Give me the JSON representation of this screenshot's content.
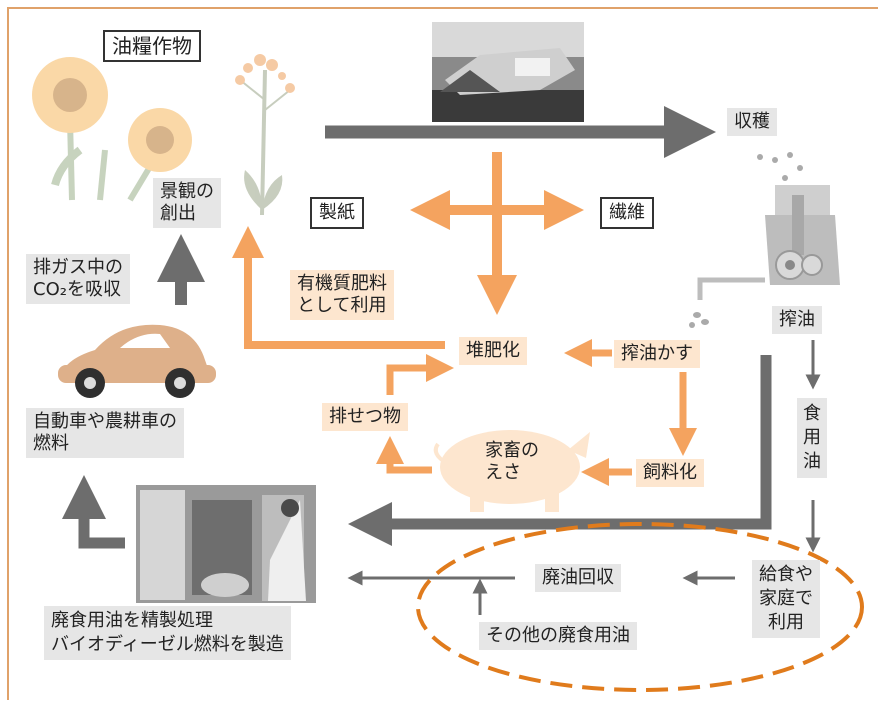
{
  "title": "油糧作物",
  "labels": {
    "harvest": "収穫",
    "paper": "製紙",
    "fiber": "繊維",
    "pressing": "搾油",
    "edible_oil": "食用油",
    "landscape": "景観の\n創出",
    "co2": "排ガス中の\nCO₂を吸収",
    "organic_fertilizer": "有機質肥料\nとして利用",
    "compost": "堆肥化",
    "oil_cake": "搾油かす",
    "excreta": "排せつ物",
    "livestock_feed_label": "家畜の\nえさ",
    "feed": "飼料化",
    "fuel": "自動車や農耕車の\n燃料",
    "waste_collection": "廃油回収",
    "school_home": "給食や\n家庭で\n利用",
    "other_waste_oil": "その他の廃食用油",
    "refining": "廃食用油を精製処理\nバイオディーゼル燃料を製造"
  },
  "colors": {
    "gray_arrow": "#6d6d6d",
    "orange_arrow": "#f4a35f",
    "orange_box": "#fde6cf",
    "gray_box": "#e6e6e6",
    "frame": "#e0a26a",
    "dashed_ellipse": "#e07b1c"
  },
  "icons": [
    "sunflower-icon",
    "rapeseed-icon",
    "car-icon",
    "pig-icon",
    "oil-press-icon",
    "harvester-photo",
    "refinery-photo"
  ]
}
